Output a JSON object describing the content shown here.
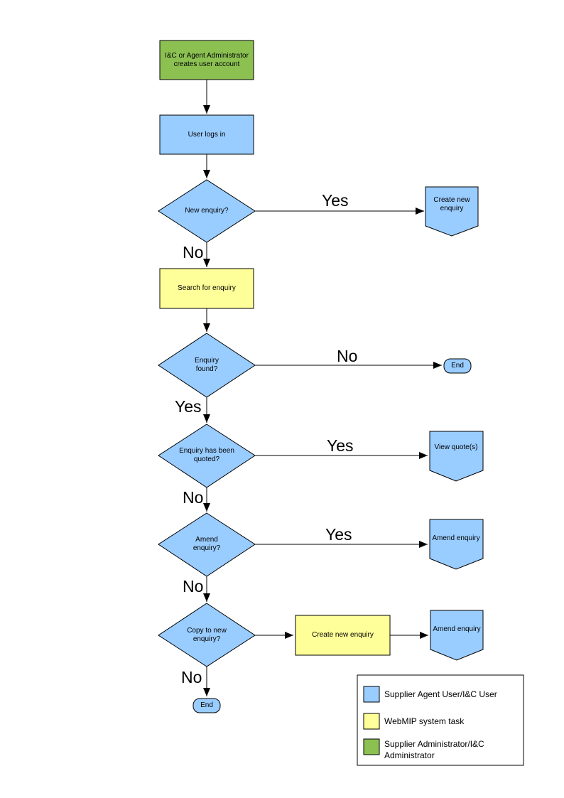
{
  "colors": {
    "node_blue": "#99CCFF",
    "node_yellow": "#FFFF99",
    "node_green": "#8CC152",
    "line": "#000000"
  },
  "nodes": {
    "admin_creates": "I&C or Agent Administrator creates user account",
    "user_logs_in": "User logs in",
    "new_enquiry": "New enquiry?",
    "create_new_enquiry_offpage": "Create new enquiry",
    "search_for_enquiry": "Search for enquiry",
    "enquiry_found": "Enquiry found?",
    "end_right": "End",
    "enquiry_quoted": "Enquiry has been quoted?",
    "view_quotes": "View quote(s)",
    "amend_enquiry_q": "Amend enquiry?",
    "amend_enquiry_offpage1": "Amend enquiry",
    "copy_to_new_enquiry": "Copy to new enquiry?",
    "create_new_enquiry_task": "Create new enquiry",
    "amend_enquiry_offpage2": "Amend enquiry",
    "end_bottom": "End"
  },
  "labels": {
    "new_enquiry_yes": "Yes",
    "new_enquiry_no": "No",
    "enquiry_found_no": "No",
    "enquiry_found_yes": "Yes",
    "quoted_yes": "Yes",
    "quoted_no": "No",
    "amend_yes": "Yes",
    "amend_no": "No",
    "copy_no": "No"
  },
  "legend": {
    "items": [
      {
        "color": "#99CCFF",
        "label": "Supplier Agent User/I&C User"
      },
      {
        "color": "#FFFF99",
        "label": "WebMIP system task"
      },
      {
        "color": "#8CC152",
        "label": "Supplier Administrator/I&C Administrator"
      }
    ]
  }
}
